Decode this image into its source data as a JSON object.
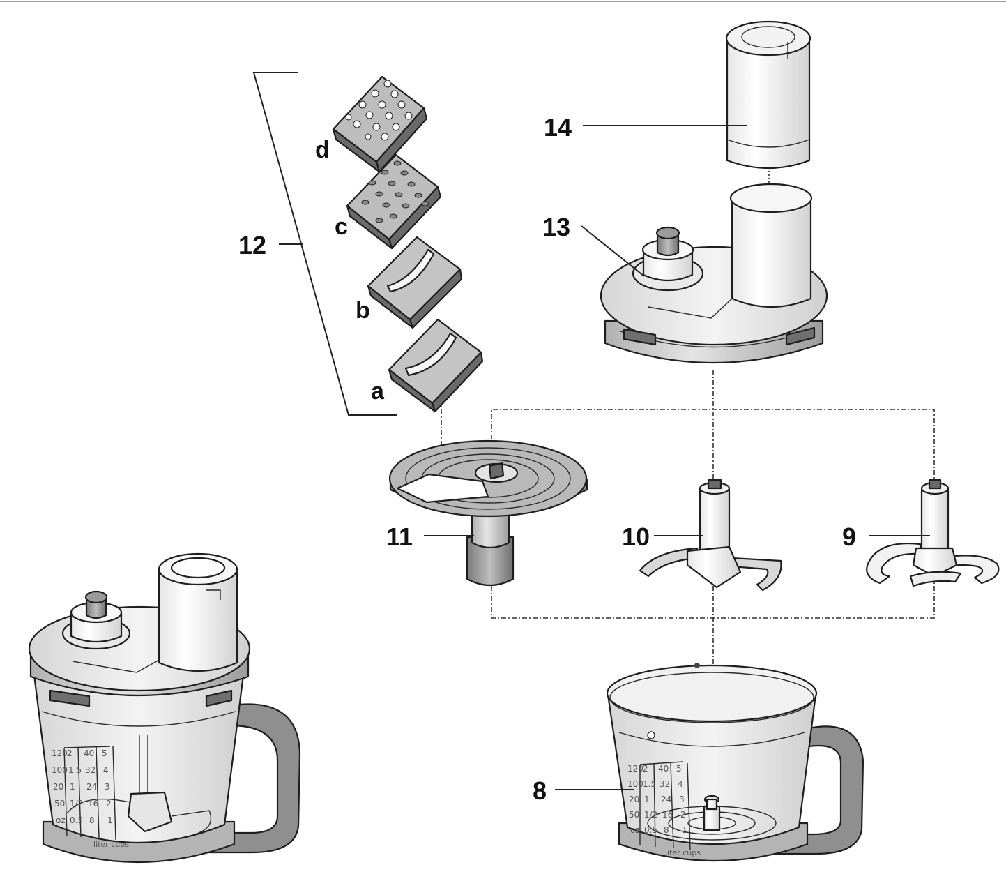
{
  "diagram": {
    "callouts": {
      "p8": "8",
      "p9": "9",
      "p10": "10",
      "p11": "11",
      "p12": "12",
      "p13": "13",
      "p14": "14",
      "pa": "a",
      "pb": "b",
      "pc": "c",
      "pd": "d"
    },
    "bowl_scale_left": {
      "col1": [
        "120",
        "100",
        "20",
        "50",
        "oz"
      ],
      "col2": [
        "2",
        "1.5",
        "1",
        "1/2",
        "0.5"
      ],
      "col3": [
        "40",
        "32",
        "24",
        "16",
        "8"
      ],
      "col4": [
        "5",
        "4",
        "3",
        "2",
        "1"
      ],
      "footer": "liter cups"
    },
    "bowl_scale_right": {
      "col1": [
        "120",
        "100",
        "20",
        "50",
        "oz"
      ],
      "col2": [
        "2",
        "1.5",
        "1",
        "1/2",
        "0.5"
      ],
      "col3": [
        "40",
        "32",
        "24",
        "16",
        "8"
      ],
      "col4": [
        "5",
        "4",
        "3",
        "2",
        "1"
      ],
      "footer": "liter cups"
    },
    "colors": {
      "outline": "#1e1e1e",
      "part_light": "#f4f4f4",
      "part_mid": "#d9d9d9",
      "part_dark": "#9a9a9a",
      "handle": "#8f8f8f"
    }
  }
}
